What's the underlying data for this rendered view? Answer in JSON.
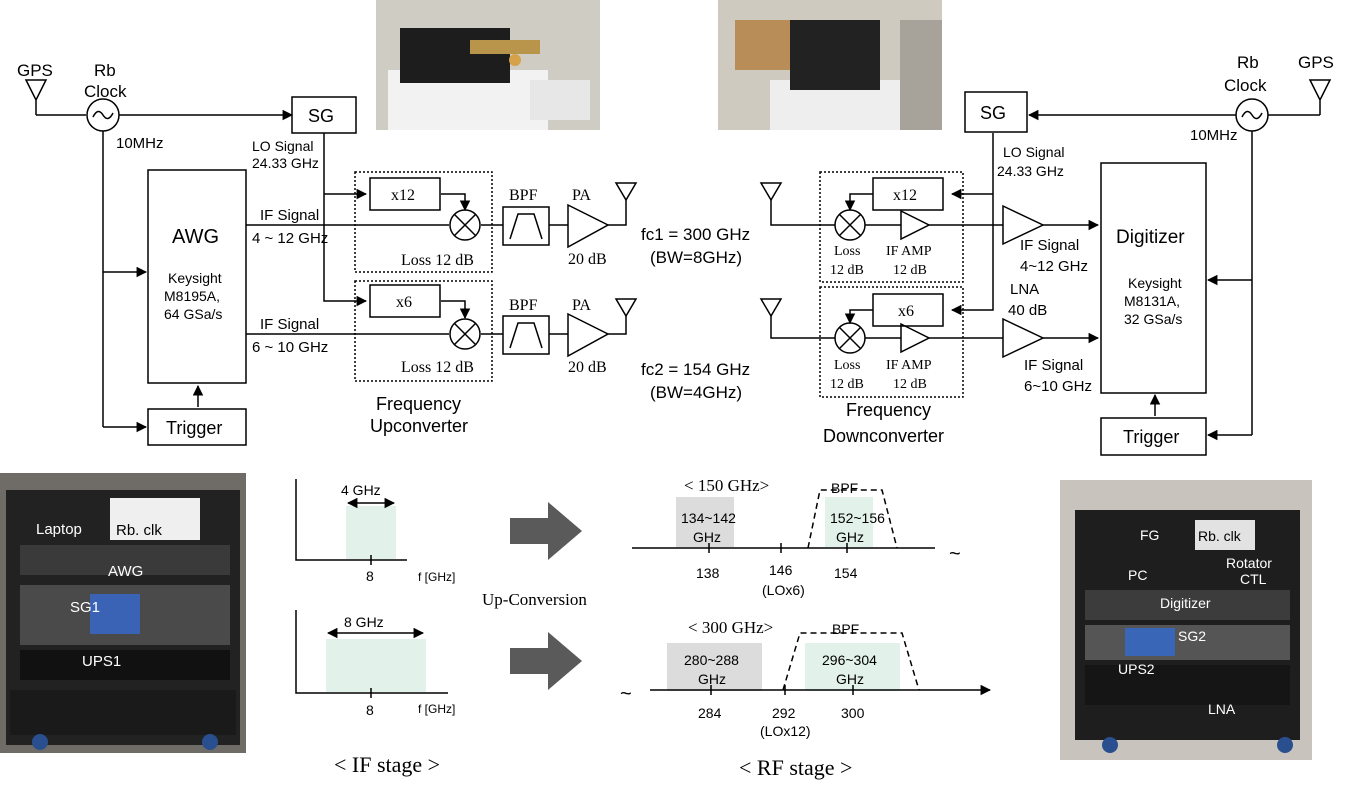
{
  "tx": {
    "gps": "GPS",
    "rb_clock_1": "Rb",
    "rb_clock_2": "Clock",
    "ref_10mhz": "10MHz",
    "sg": "SG",
    "lo_signal_1": "LO Signal",
    "lo_signal_2": "24.33 GHz",
    "awg": "AWG",
    "awg_model_1": "Keysight",
    "awg_model_2": "M8195A,",
    "awg_model_3": "64 GSa/s",
    "trigger": "Trigger",
    "if1_label": "IF Signal",
    "if1_range": "4 ~ 12 GHz",
    "if2_label": "IF Signal",
    "if2_range": "6 ~ 10 GHz",
    "mult_x12": "x12",
    "mult_x6": "x6",
    "loss_1": "Loss 12 dB",
    "loss_2": "Loss 12 dB",
    "bpf_1": "BPF",
    "bpf_2": "BPF",
    "pa_1": "PA",
    "pa_2": "PA",
    "pa_gain_1": "20 dB",
    "pa_gain_2": "20 dB",
    "upconv_1": "Frequency",
    "upconv_2": "Upconverter"
  },
  "channels": {
    "fc1": "fc1 = 300 GHz",
    "bw1": "(BW=8GHz)",
    "fc2": "fc2 = 154 GHz",
    "bw2": "(BW=4GHz)"
  },
  "rx": {
    "gps": "GPS",
    "rb_clock_1": "Rb",
    "rb_clock_2": "Clock",
    "ref_10mhz": "10MHz",
    "sg": "SG",
    "lo_signal_1": "LO Signal",
    "lo_signal_2": "24.33 GHz",
    "mult_x12": "x12",
    "mult_x6": "x6",
    "loss_a": "Loss",
    "loss_b": "12 dB",
    "loss_c": "Loss",
    "loss_d": "12 dB",
    "ifamp_a": "IF AMP",
    "ifamp_b": "12 dB",
    "ifamp_c": "IF AMP",
    "ifamp_d": "12 dB",
    "if1_label": "IF Signal",
    "if1_range": "4~12 GHz",
    "lna_1": "LNA",
    "lna_2": "40 dB",
    "if2_label": "IF Signal",
    "if2_range": "6~10 GHz",
    "digitizer": "Digitizer",
    "dig_model_1": "Keysight",
    "dig_model_2": "M8131A,",
    "dig_model_3": "32 GSa/s",
    "trigger": "Trigger",
    "downconv_1": "Frequency",
    "downconv_2": "Downconverter"
  },
  "photos": {
    "tx_rack": {
      "laptop": "Laptop",
      "rbclk": "Rb. clk",
      "awg": "AWG",
      "sg1": "SG1",
      "ups1": "UPS1"
    },
    "rx_rack": {
      "fg": "FG",
      "rbclk": "Rb. clk",
      "pc": "PC",
      "rotator_1": "Rotator",
      "rotator_2": "CTL",
      "digitizer": "Digitizer",
      "sg2": "SG2",
      "ups2": "UPS2",
      "lna": "LNA"
    }
  },
  "spectrum": {
    "if_bw1": "4 GHz",
    "if_tick1": "8",
    "if_axis1": "f [GHz]",
    "if_bw2": "8 GHz",
    "if_tick2": "8",
    "if_axis2": "f [GHz]",
    "upconv": "Up-Conversion",
    "if_stage": "< IF stage >",
    "rf_title1": "< 150 GHz>",
    "bpf_1": "BPF",
    "img1_a": "134~142",
    "img1_b": "GHz",
    "sig1_a": "152~156",
    "sig1_b": "GHz",
    "t138": "138",
    "t146": "146",
    "lo6": "(LOx6)",
    "t154": "154",
    "rf_title2": "< 300 GHz>",
    "bpf_2": "BPF",
    "img2_a": "280~288",
    "img2_b": "GHz",
    "sig2_a": "296~304",
    "sig2_b": "GHz",
    "t284": "284",
    "t292": "292",
    "lo12": "(LOx12)",
    "t300": "300",
    "rf_stage": "< RF stage >",
    "tilde": "~"
  }
}
